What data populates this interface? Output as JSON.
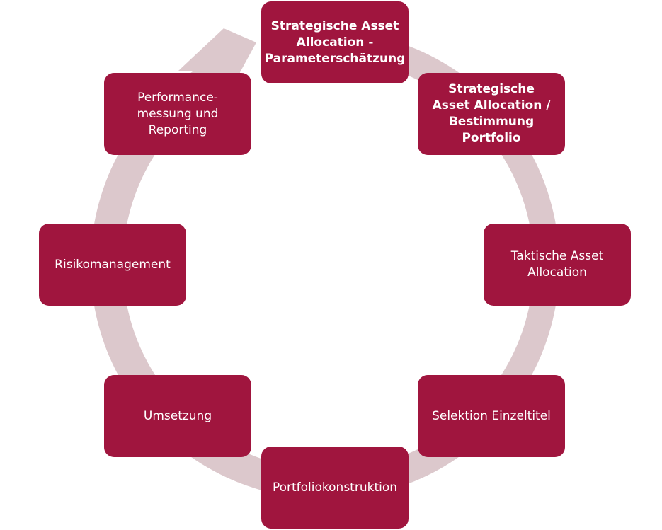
{
  "colors": {
    "node_fill": "#a0153e",
    "node_text": "#ffffff",
    "cycle_arrow": "#dcc8cc"
  },
  "cycle_arrow_icon": "circular-arrow-clockwise",
  "nodes": [
    {
      "label": "Strategische Asset Allocation - Parameterschätzung",
      "bold": true
    },
    {
      "label": "Strategische Asset Allocation / Bestimmung Portfolio",
      "bold": true
    },
    {
      "label": "Taktische Asset Allocation",
      "bold": false
    },
    {
      "label": "Selektion Einzeltitel",
      "bold": false
    },
    {
      "label": "Portfoliokonstruktion",
      "bold": false
    },
    {
      "label": "Umsetzung",
      "bold": false
    },
    {
      "label": "Risikomanagement",
      "bold": false
    },
    {
      "label": "Performance-messung und Reporting",
      "bold": false
    }
  ]
}
